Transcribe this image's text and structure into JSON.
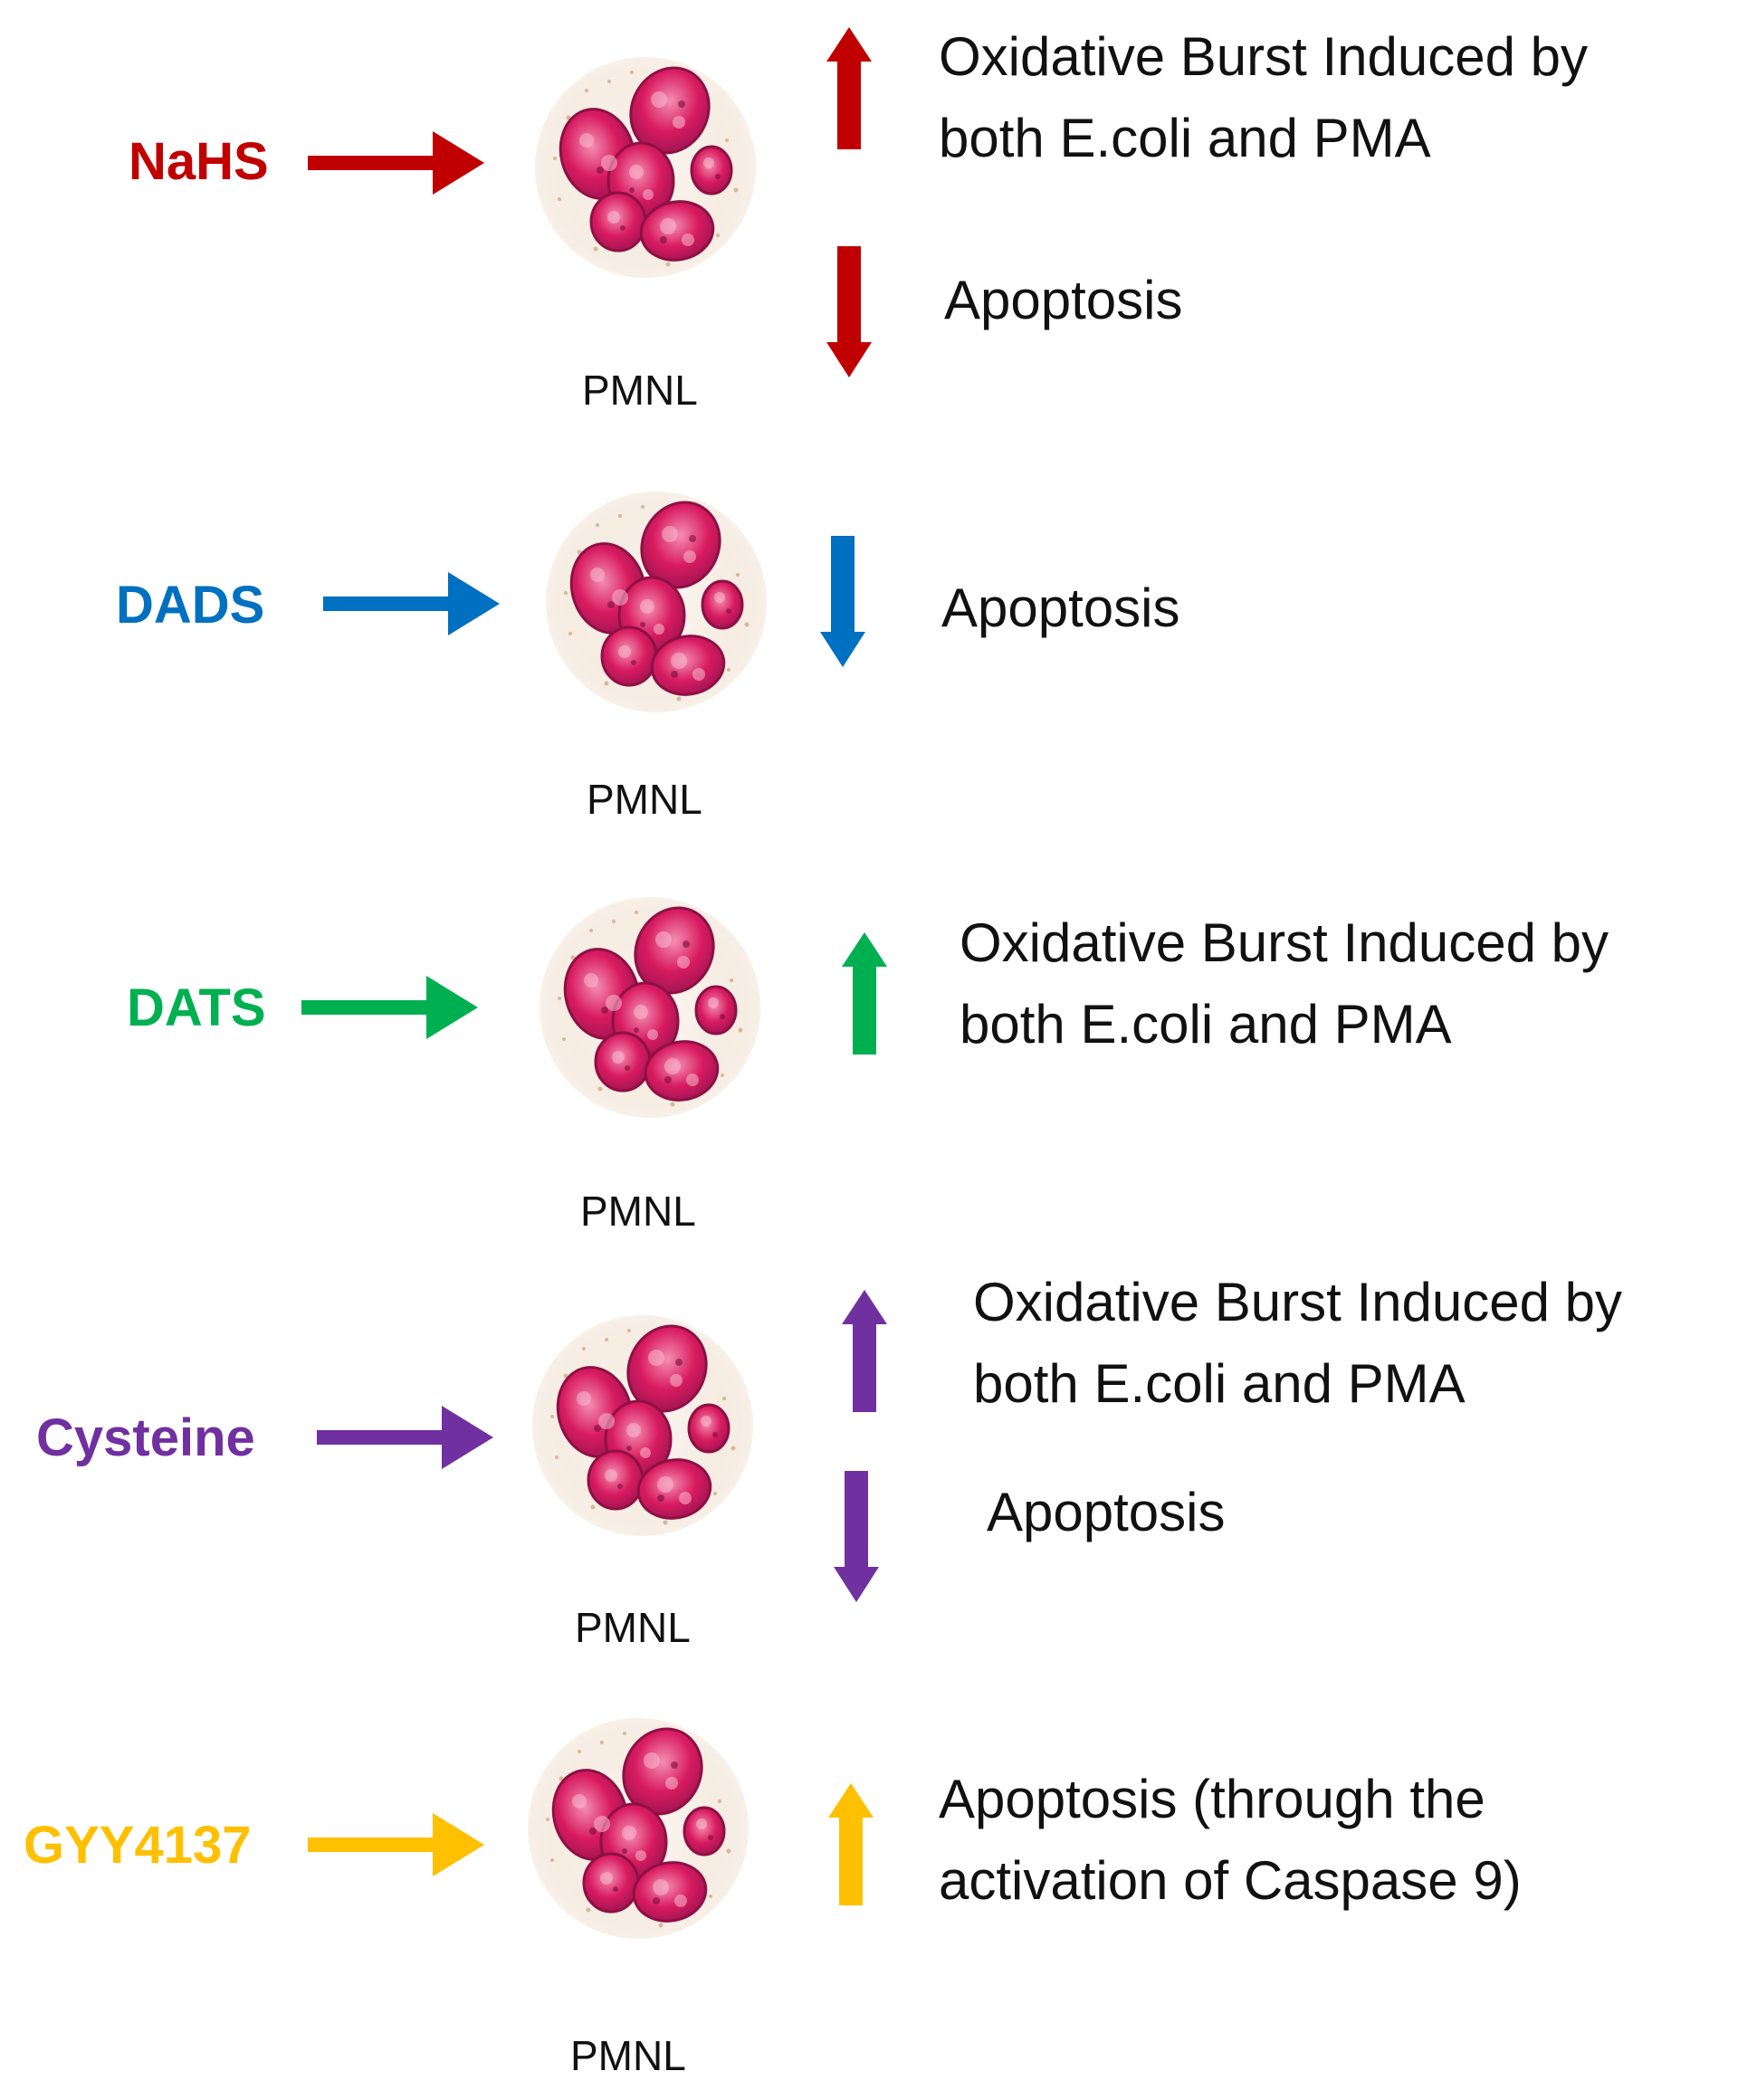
{
  "colors": {
    "nahs": "#c00000",
    "dads": "#0070c0",
    "dats": "#00b050",
    "cysteine": "#7030a0",
    "gyy": "#ffc000",
    "nucleus": "#c2185b",
    "nucleus_light": "#f06292",
    "cytoplasm": "#f7efe6",
    "granule": "#d4a373"
  },
  "cell_label": "PMNL",
  "rows": [
    {
      "id": "nahs",
      "compound": "NaHS",
      "effects": [
        {
          "direction": "up",
          "line1": "Oxidative Burst Induced by",
          "line2": "both E.coli and PMA"
        },
        {
          "direction": "down",
          "line1": "Apoptosis",
          "line2": ""
        }
      ]
    },
    {
      "id": "dads",
      "compound": "DADS",
      "effects": [
        {
          "direction": "down",
          "line1": "Apoptosis",
          "line2": ""
        }
      ]
    },
    {
      "id": "dats",
      "compound": "DATS",
      "effects": [
        {
          "direction": "up",
          "line1": "Oxidative Burst Induced by",
          "line2": "both E.coli and PMA"
        }
      ]
    },
    {
      "id": "cysteine",
      "compound": "Cysteine",
      "effects": [
        {
          "direction": "up",
          "line1": "Oxidative Burst Induced by",
          "line2": "both E.coli and PMA"
        },
        {
          "direction": "down",
          "line1": "Apoptosis",
          "line2": ""
        }
      ]
    },
    {
      "id": "gyy",
      "compound": "GYY4137",
      "effects": [
        {
          "direction": "up",
          "line1": "Apoptosis (through the",
          "line2": "activation of Caspase 9)"
        }
      ]
    }
  ]
}
